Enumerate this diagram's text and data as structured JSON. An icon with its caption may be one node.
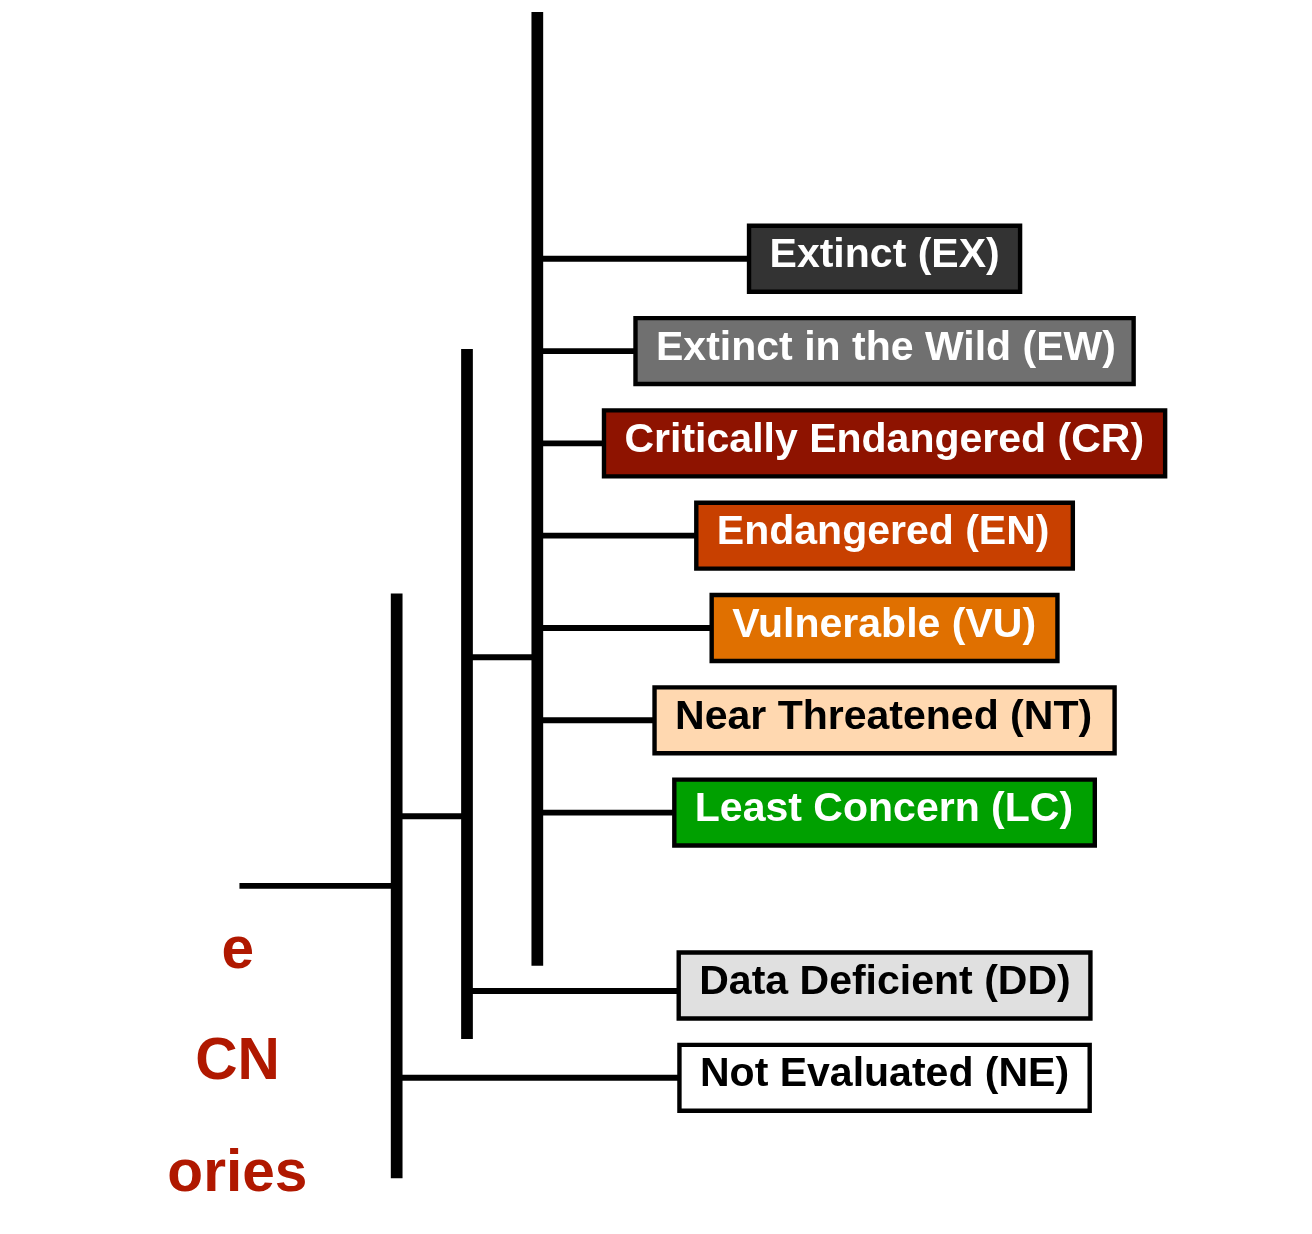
{
  "diagram": {
    "nodes": [
      {
        "text": [],
        "shape": "bar"
      },
      {
        "text": [],
        "shape": "bar"
      },
      {
        "text": [],
        "shape": "bar"
      },
      {
        "text": [
          "Extinct (EX)"
        ]
      },
      {
        "text": [
          "Extinct in the Wild (EW)"
        ]
      },
      {
        "text": [
          "Critically Endangered (CR)"
        ]
      },
      {
        "text": [
          "Endangered (EN)"
        ]
      },
      {
        "text": [
          "Vulnerable (VU)"
        ]
      },
      {
        "text": [
          "Near Threatened (NT)"
        ]
      },
      {
        "text": [
          "Least Concern (LC)"
        ]
      },
      {
        "text": [
          "Data Deficient (DD)"
        ]
      },
      {
        "text": [
          "Not Evaluated (NE)"
        ]
      }
    ],
    "edges": [
      {
        "from": null,
        "to": 0,
        "arrow": "none"
      },
      {
        "from": 0,
        "to": 1,
        "arrow": "none"
      },
      {
        "from": 0,
        "to": 11,
        "arrow": "none"
      },
      {
        "from": 1,
        "to": 2,
        "arrow": "none"
      },
      {
        "from": 1,
        "to": 10,
        "arrow": "none"
      },
      {
        "from": 2,
        "to": 3,
        "arrow": "none"
      },
      {
        "from": 2,
        "to": 4,
        "arrow": "none"
      },
      {
        "from": 2,
        "to": 5,
        "arrow": "none"
      },
      {
        "from": 2,
        "to": 6,
        "arrow": "none"
      },
      {
        "from": 2,
        "to": 7,
        "arrow": "none"
      },
      {
        "from": 2,
        "to": 8,
        "arrow": "none"
      },
      {
        "from": 2,
        "to": 9,
        "arrow": "none"
      }
    ],
    "labels": [
      "e",
      "CN",
      "ories"
    ]
  }
}
